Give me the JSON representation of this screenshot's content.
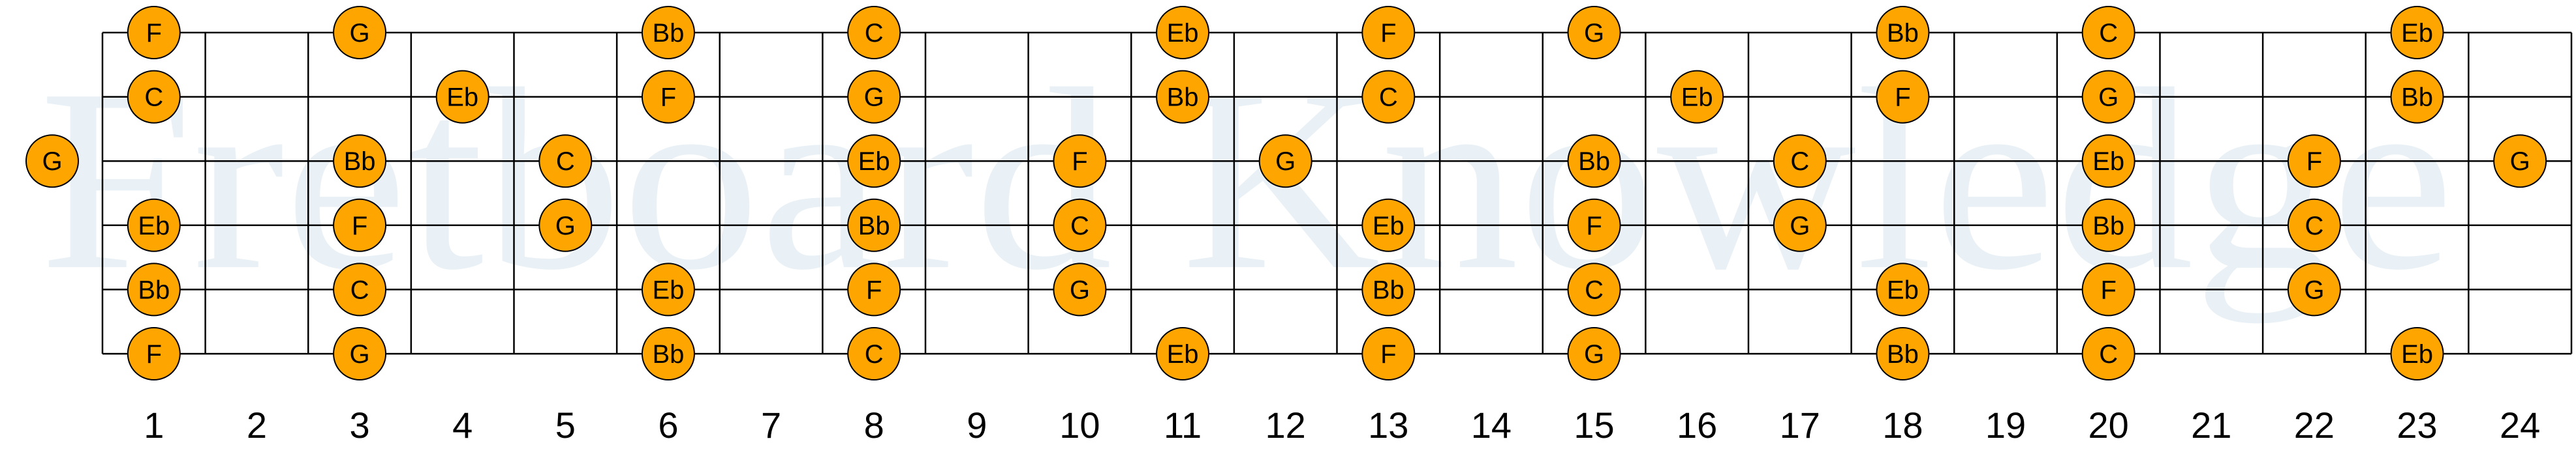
{
  "watermark": "Fretboard Knowledge",
  "colors": {
    "note_fill": "#FFA500",
    "note_stroke": "#000000",
    "lines": "#000000",
    "watermark": "#e9f1f6"
  },
  "fret_numbers": [
    "1",
    "2",
    "3",
    "4",
    "5",
    "6",
    "7",
    "8",
    "9",
    "10",
    "11",
    "12",
    "13",
    "14",
    "15",
    "16",
    "17",
    "18",
    "19",
    "20",
    "21",
    "22",
    "23",
    "24"
  ],
  "strings": [
    {
      "name": "high-e",
      "notes": [
        {
          "fret": 1,
          "label": "F"
        },
        {
          "fret": 3,
          "label": "G"
        },
        {
          "fret": 6,
          "label": "Bb"
        },
        {
          "fret": 8,
          "label": "C"
        },
        {
          "fret": 11,
          "label": "Eb"
        },
        {
          "fret": 13,
          "label": "F"
        },
        {
          "fret": 15,
          "label": "G"
        },
        {
          "fret": 18,
          "label": "Bb"
        },
        {
          "fret": 20,
          "label": "C"
        },
        {
          "fret": 23,
          "label": "Eb"
        }
      ]
    },
    {
      "name": "b",
      "notes": [
        {
          "fret": 1,
          "label": "C"
        },
        {
          "fret": 4,
          "label": "Eb"
        },
        {
          "fret": 6,
          "label": "F"
        },
        {
          "fret": 8,
          "label": "G"
        },
        {
          "fret": 11,
          "label": "Bb"
        },
        {
          "fret": 13,
          "label": "C"
        },
        {
          "fret": 16,
          "label": "Eb"
        },
        {
          "fret": 18,
          "label": "F"
        },
        {
          "fret": 20,
          "label": "G"
        },
        {
          "fret": 23,
          "label": "Bb"
        }
      ]
    },
    {
      "name": "g",
      "notes": [
        {
          "fret": 0,
          "label": "G"
        },
        {
          "fret": 3,
          "label": "Bb"
        },
        {
          "fret": 5,
          "label": "C"
        },
        {
          "fret": 8,
          "label": "Eb"
        },
        {
          "fret": 10,
          "label": "F"
        },
        {
          "fret": 12,
          "label": "G"
        },
        {
          "fret": 15,
          "label": "Bb"
        },
        {
          "fret": 17,
          "label": "C"
        },
        {
          "fret": 20,
          "label": "Eb"
        },
        {
          "fret": 22,
          "label": "F"
        },
        {
          "fret": 24,
          "label": "G"
        }
      ]
    },
    {
      "name": "d",
      "notes": [
        {
          "fret": 1,
          "label": "Eb"
        },
        {
          "fret": 3,
          "label": "F"
        },
        {
          "fret": 5,
          "label": "G"
        },
        {
          "fret": 8,
          "label": "Bb"
        },
        {
          "fret": 10,
          "label": "C"
        },
        {
          "fret": 13,
          "label": "Eb"
        },
        {
          "fret": 15,
          "label": "F"
        },
        {
          "fret": 17,
          "label": "G"
        },
        {
          "fret": 20,
          "label": "Bb"
        },
        {
          "fret": 22,
          "label": "C"
        }
      ]
    },
    {
      "name": "a",
      "notes": [
        {
          "fret": 1,
          "label": "Bb"
        },
        {
          "fret": 3,
          "label": "C"
        },
        {
          "fret": 6,
          "label": "Eb"
        },
        {
          "fret": 8,
          "label": "F"
        },
        {
          "fret": 10,
          "label": "G"
        },
        {
          "fret": 13,
          "label": "Bb"
        },
        {
          "fret": 15,
          "label": "C"
        },
        {
          "fret": 18,
          "label": "Eb"
        },
        {
          "fret": 20,
          "label": "F"
        },
        {
          "fret": 22,
          "label": "G"
        }
      ]
    },
    {
      "name": "low-e",
      "notes": [
        {
          "fret": 1,
          "label": "F"
        },
        {
          "fret": 3,
          "label": "G"
        },
        {
          "fret": 6,
          "label": "Bb"
        },
        {
          "fret": 8,
          "label": "C"
        },
        {
          "fret": 11,
          "label": "Eb"
        },
        {
          "fret": 13,
          "label": "F"
        },
        {
          "fret": 15,
          "label": "G"
        },
        {
          "fret": 18,
          "label": "Bb"
        },
        {
          "fret": 20,
          "label": "C"
        },
        {
          "fret": 23,
          "label": "Eb"
        }
      ]
    }
  ]
}
